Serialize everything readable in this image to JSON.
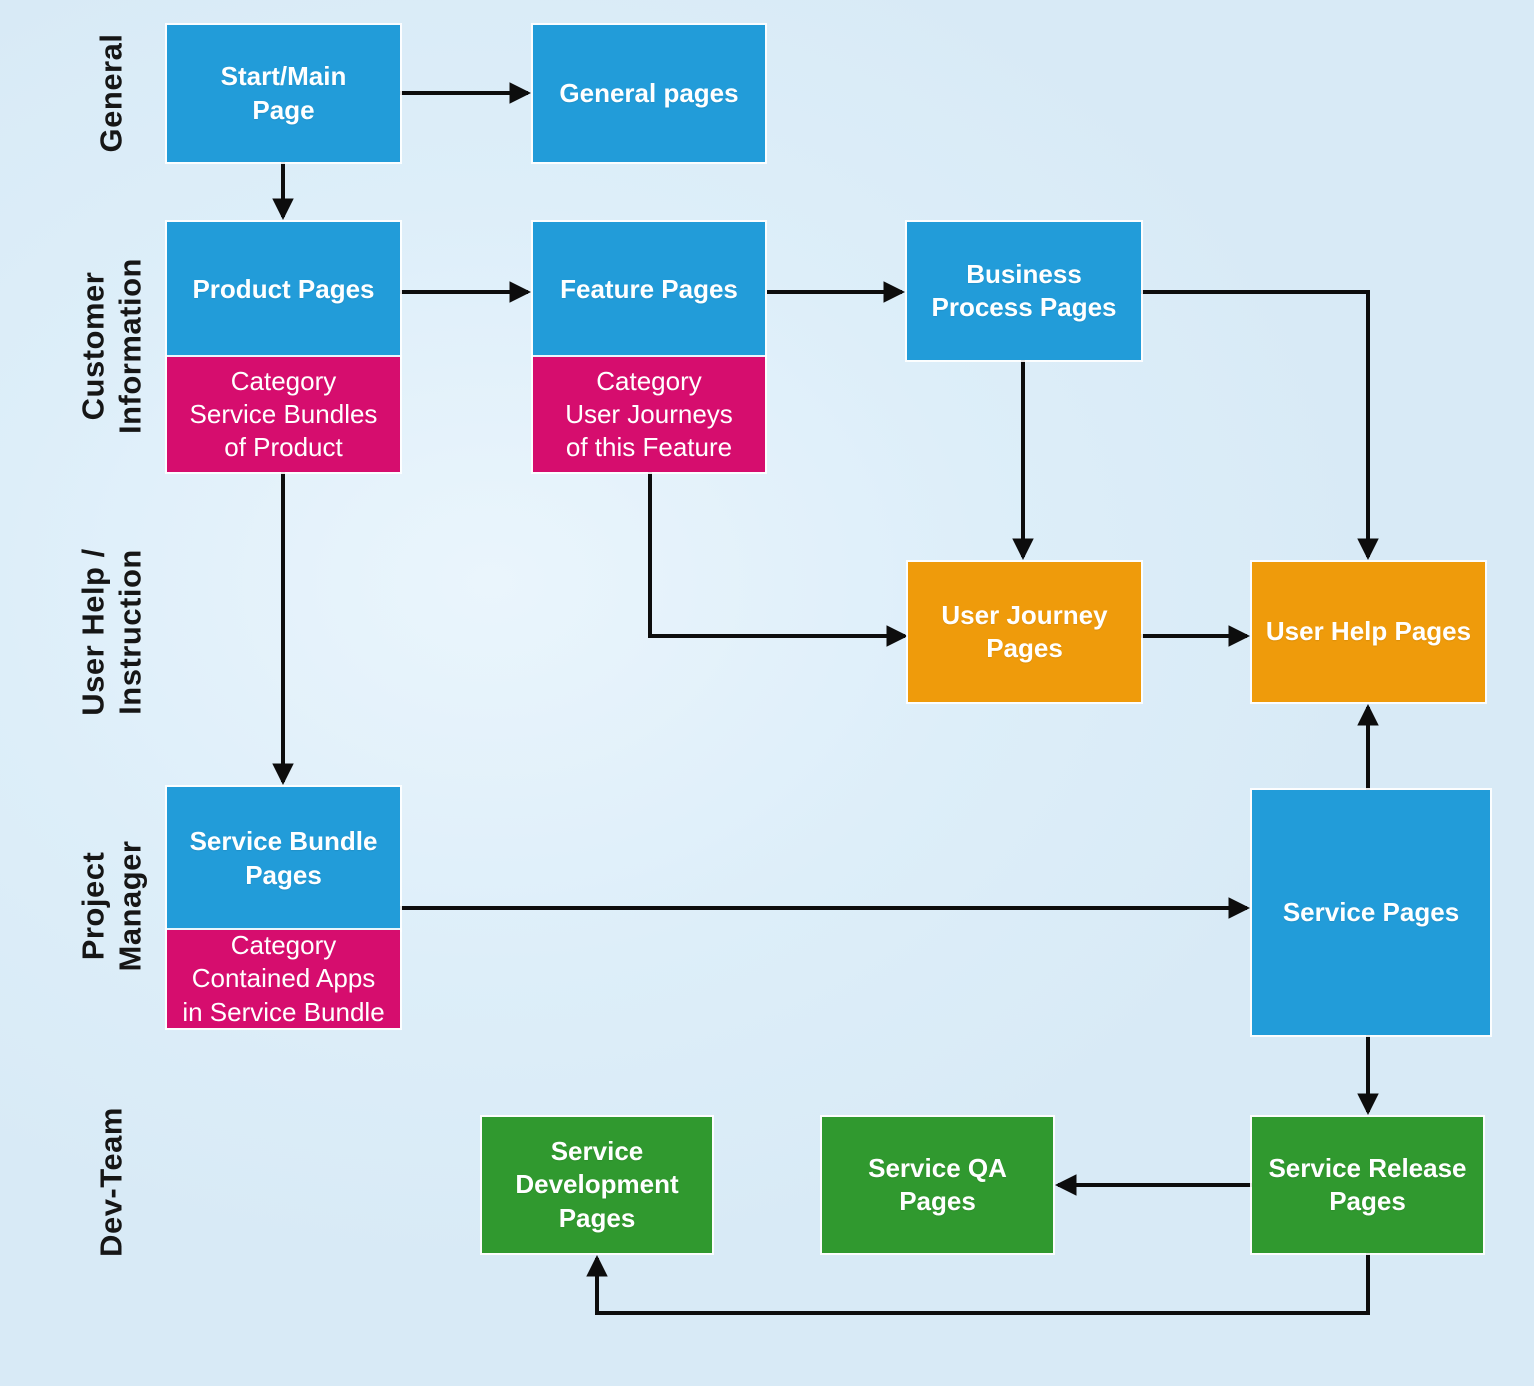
{
  "diagram": {
    "colors": {
      "background": "#dcedf8",
      "page_blue": "#229cd9",
      "category_pink": "#d60d6e",
      "userhelp_orange": "#ef9b0b",
      "devteam_green": "#30992f",
      "arrow": "#0d0d0d",
      "node_text": "#ffffff",
      "lane_text": "#161616"
    },
    "lanes": [
      {
        "label": "General"
      },
      {
        "label": "Customer\nInformation"
      },
      {
        "label": "User Help /\nInstruction"
      },
      {
        "label": "Project\nManager"
      },
      {
        "label": "Dev-Team"
      }
    ],
    "nodes": {
      "start_main": {
        "label": "Start/Main\nPage",
        "color": "blue"
      },
      "general_pages": {
        "label": "General pages",
        "color": "blue"
      },
      "product_pages": {
        "label": "Product Pages",
        "color": "blue"
      },
      "product_category": {
        "label": "Category\nService Bundles\nof Product",
        "color": "pink"
      },
      "feature_pages": {
        "label": "Feature Pages",
        "color": "blue"
      },
      "feature_category": {
        "label": "Category\nUser Journeys\nof this Feature",
        "color": "pink"
      },
      "business_process": {
        "label": "Business\nProcess Pages",
        "color": "blue"
      },
      "user_journey": {
        "label": "User Journey\nPages",
        "color": "orange"
      },
      "user_help": {
        "label": "User Help Pages",
        "color": "orange"
      },
      "service_bundle": {
        "label": "Service Bundle\nPages",
        "color": "blue"
      },
      "bundle_category": {
        "label": "Category\nContained Apps\nin Service Bundle",
        "color": "pink"
      },
      "service_pages": {
        "label": "Service Pages",
        "color": "blue"
      },
      "service_dev": {
        "label": "Service\nDevelopment\nPages",
        "color": "green"
      },
      "service_qa": {
        "label": "Service QA\nPages",
        "color": "green"
      },
      "service_release": {
        "label": "Service Release\nPages",
        "color": "green"
      }
    },
    "edges": [
      {
        "from": "Start/Main Page",
        "to": "General pages"
      },
      {
        "from": "Start/Main Page",
        "to": "Product Pages"
      },
      {
        "from": "Product Pages",
        "to": "Feature Pages"
      },
      {
        "from": "Feature Pages",
        "to": "Business Process Pages"
      },
      {
        "from": "Business Process Pages",
        "to": "User Journey Pages"
      },
      {
        "from": "Business Process Pages",
        "to": "User Help Pages"
      },
      {
        "from": "Category User Journeys of this Feature",
        "to": "User Journey Pages"
      },
      {
        "from": "User Journey Pages",
        "to": "User Help Pages"
      },
      {
        "from": "Category Service Bundles of Product",
        "to": "Service Bundle Pages"
      },
      {
        "from": "Service Bundle Pages",
        "to": "Service Pages"
      },
      {
        "from": "Service Pages",
        "to": "User Help Pages"
      },
      {
        "from": "Service Pages",
        "to": "Service Release Pages"
      },
      {
        "from": "Service Release Pages",
        "to": "Service QA Pages"
      },
      {
        "from": "Service Release Pages",
        "to": "Service Development Pages"
      }
    ]
  }
}
